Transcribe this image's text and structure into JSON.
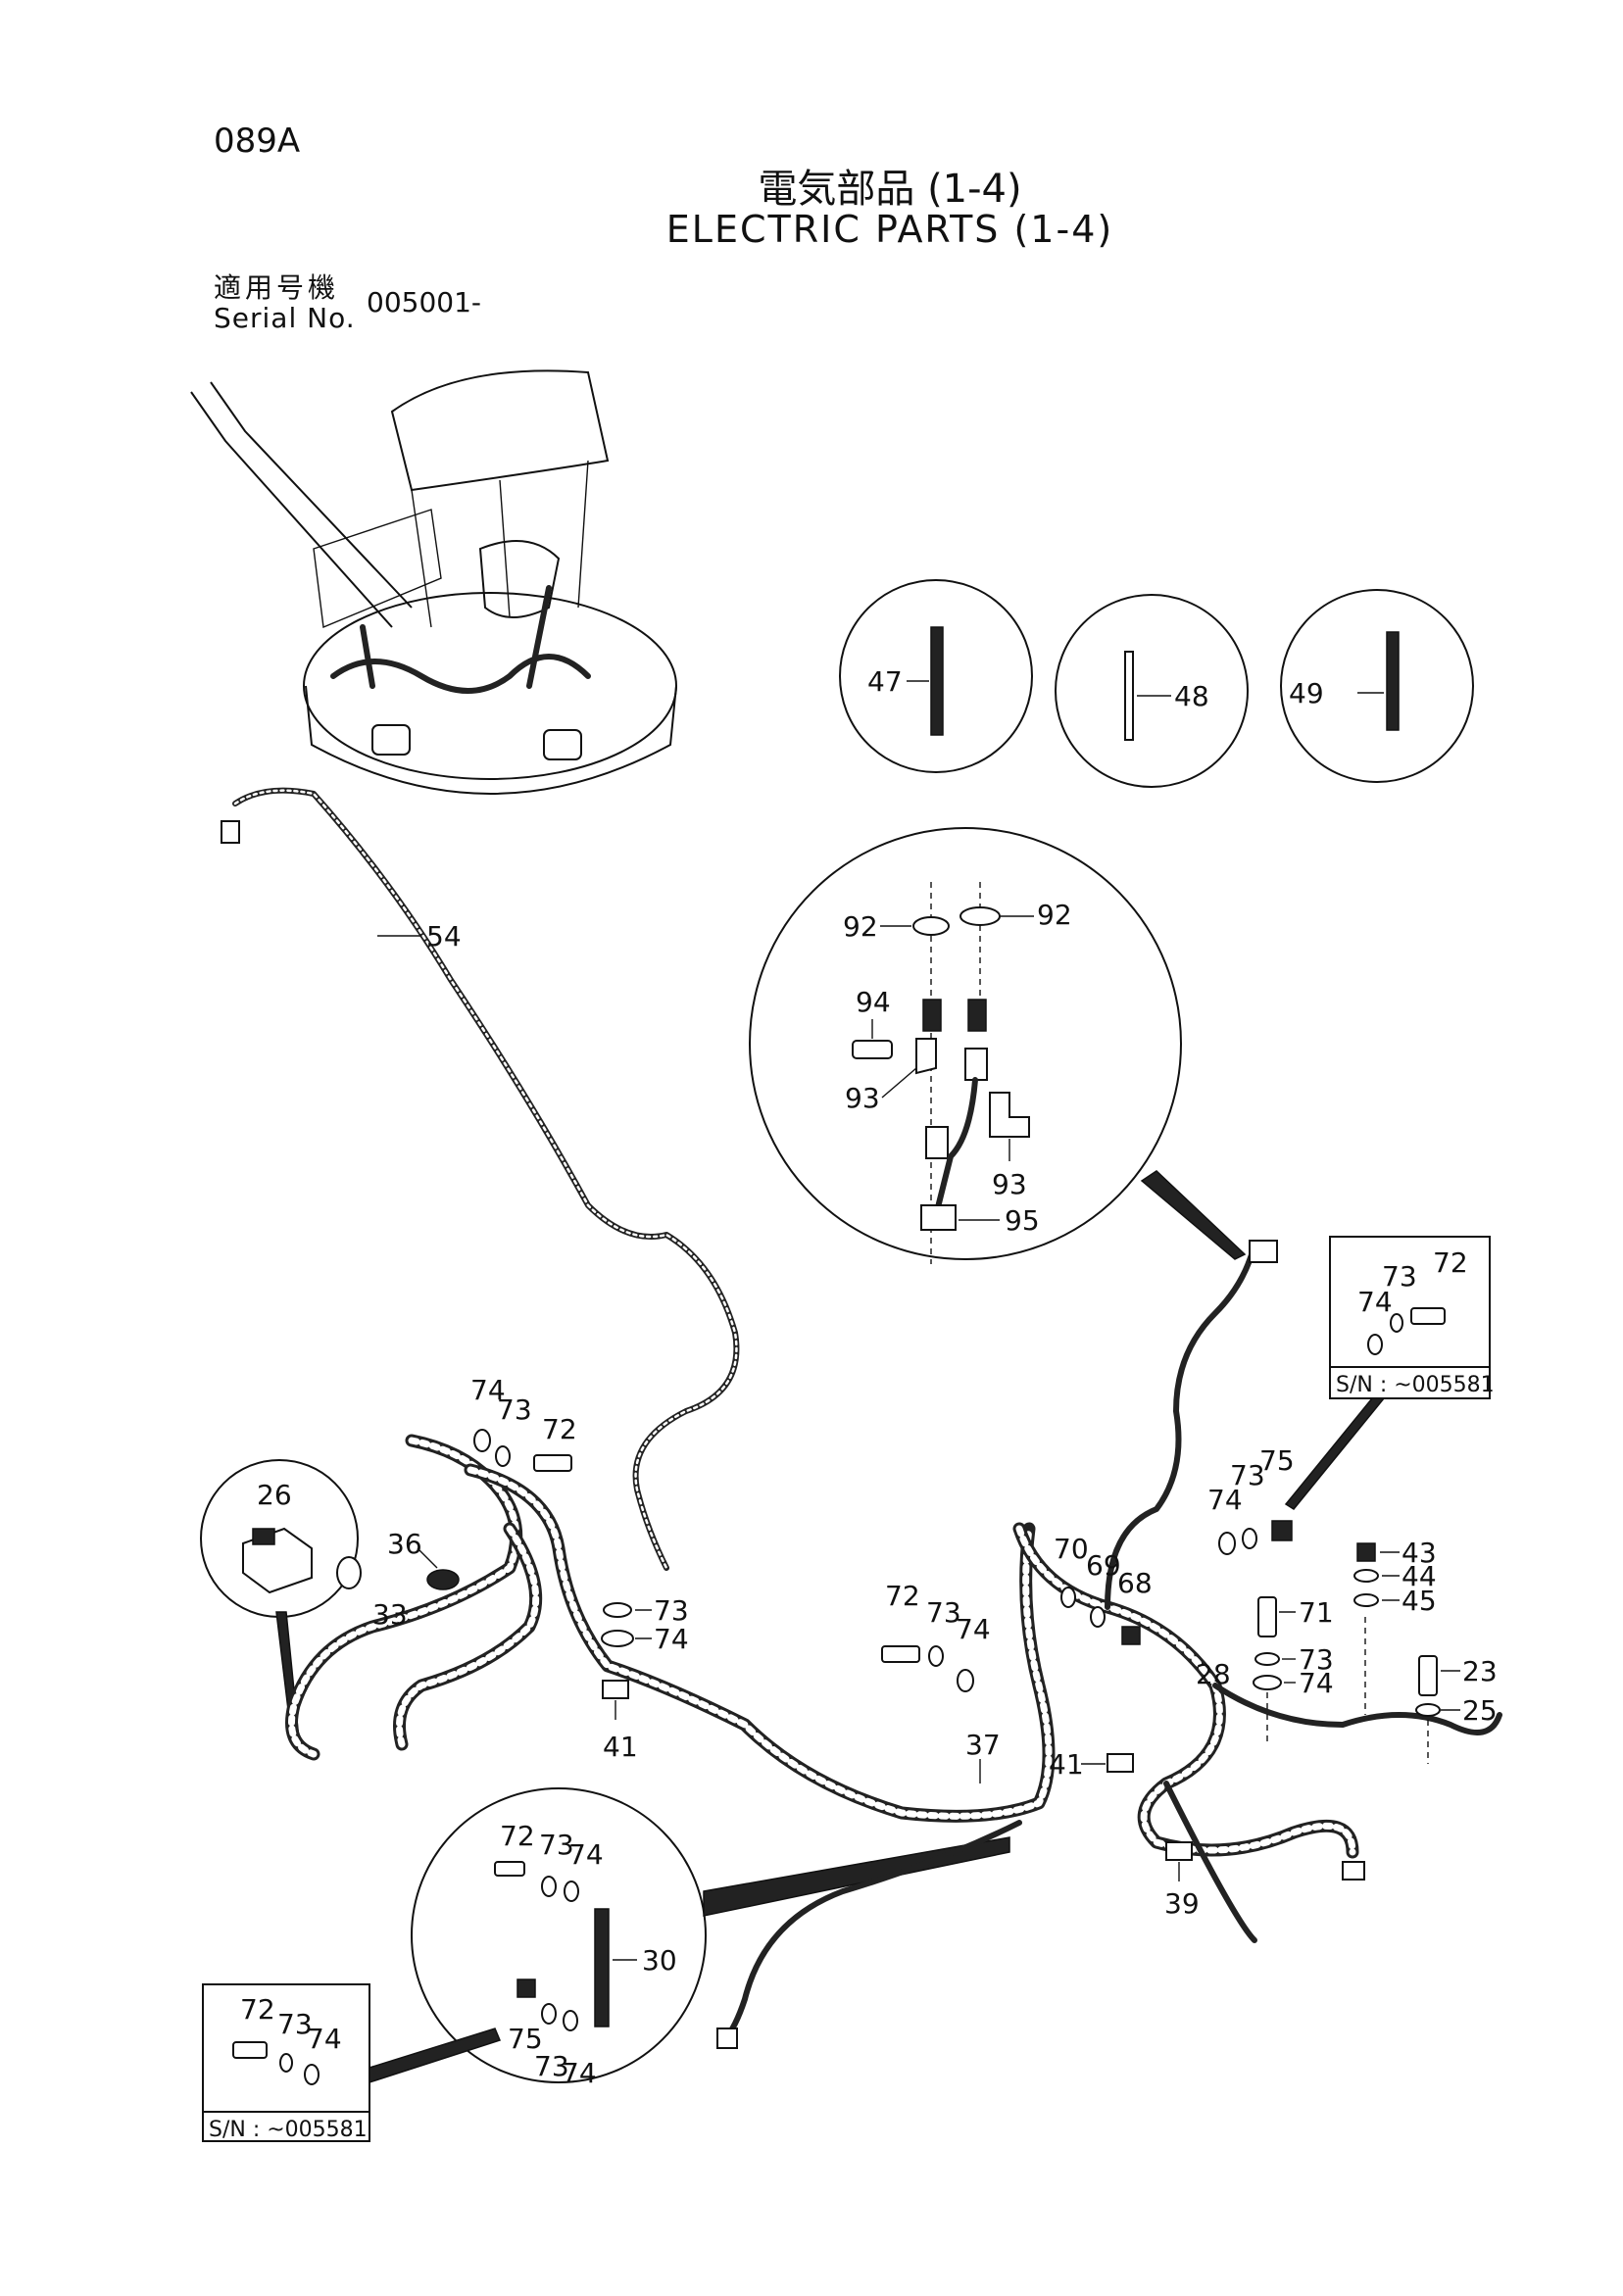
{
  "header": {
    "page_code": "089A",
    "title_jp": "電気部品 (1-4)",
    "title_en": "ELECTRIC PARTS (1-4)",
    "serial_label_jp": "適用号機",
    "serial_label_en": "Serial No.",
    "serial_value": "005001-"
  },
  "insets": {
    "tie_47": "47",
    "tie_48": "48",
    "tie_49": "49",
    "relay_a": "92",
    "relay_b": "92",
    "relay_c": "94",
    "relay_d": "93",
    "relay_e": "93",
    "relay_f": "95",
    "switch_26": "26",
    "strap_72": "72",
    "strap_73": "73",
    "strap_74": "74",
    "strap_30": "30",
    "strap_75": "75",
    "strap_73b": "73",
    "strap_74b": "74",
    "box_right_72": "72",
    "box_right_73": "73",
    "box_right_74": "74",
    "box_right_sn": "S/N : ~005581",
    "box_left_72": "72",
    "box_left_73": "73",
    "box_left_74": "74",
    "box_left_sn": "S/N : ~005581"
  },
  "callouts": {
    "c54": "54",
    "c74a": "74",
    "c73a": "73",
    "c72a": "72",
    "c36": "36",
    "c33": "33",
    "c73b": "73",
    "c74b": "74",
    "c41a": "41",
    "c37": "37",
    "c41b": "41",
    "c72b": "72",
    "c73c": "73",
    "c74c": "74",
    "c70": "70",
    "c69": "69",
    "c68": "68",
    "c74d": "74",
    "c73d": "73",
    "c75": "75",
    "c43": "43",
    "c44": "44",
    "c45": "45",
    "c71": "71",
    "c73e": "73",
    "c74e": "74",
    "c28": "28",
    "c23": "23",
    "c25": "25",
    "c39": "39"
  }
}
